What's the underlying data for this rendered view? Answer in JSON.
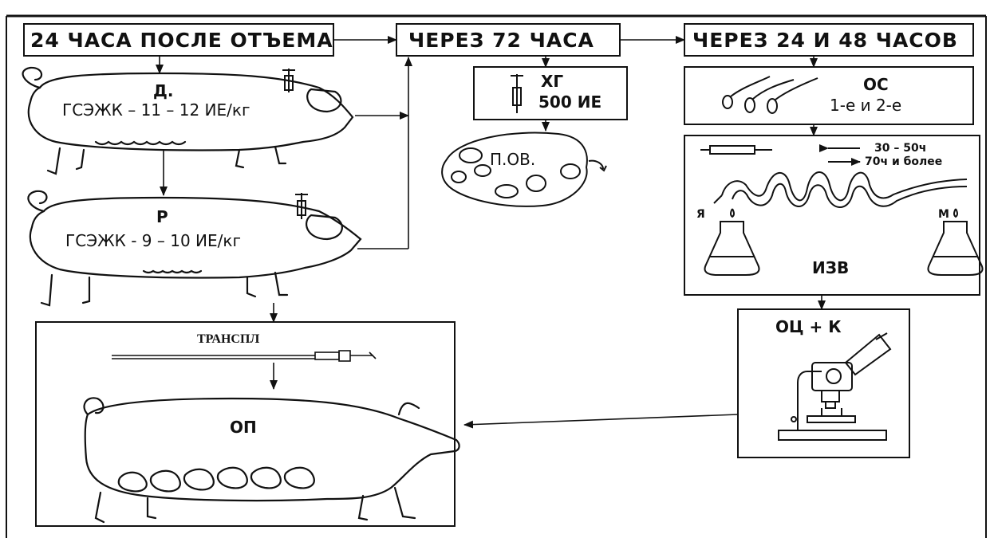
{
  "boxes": {
    "after_weaning": "24 ЧАСА ПОСЛЕ ОТЪЕМА",
    "after_72h": "ЧЕРЕЗ 72 ЧАСА",
    "after_24_48h": "ЧЕРЕЗ 24 И 48 ЧАСОВ"
  },
  "donor": {
    "letter": "Д.",
    "dose": "ГСЭЖК – 11 – 12 ИЕ/кг"
  },
  "recipient": {
    "letter": "Р",
    "dose": "ГСЭЖК - 9 – 10 ИЕ/кг"
  },
  "hg": {
    "line1": "ХГ",
    "line2": "500 ИЕ"
  },
  "ovary_label": "П.ОВ.",
  "insemination": {
    "label": "ОС",
    "times": "1-е и 2-е"
  },
  "embryo_recovery": {
    "time1": "30 – 50ч",
    "time2": "70ч и более",
    "left_marker": "Я",
    "right_marker": "М",
    "label": "ИЗВ"
  },
  "evaluation": {
    "label": "ОЦ + К"
  },
  "transfer": {
    "title": "ТРАНСПЛ",
    "sow_label": "ОП"
  }
}
